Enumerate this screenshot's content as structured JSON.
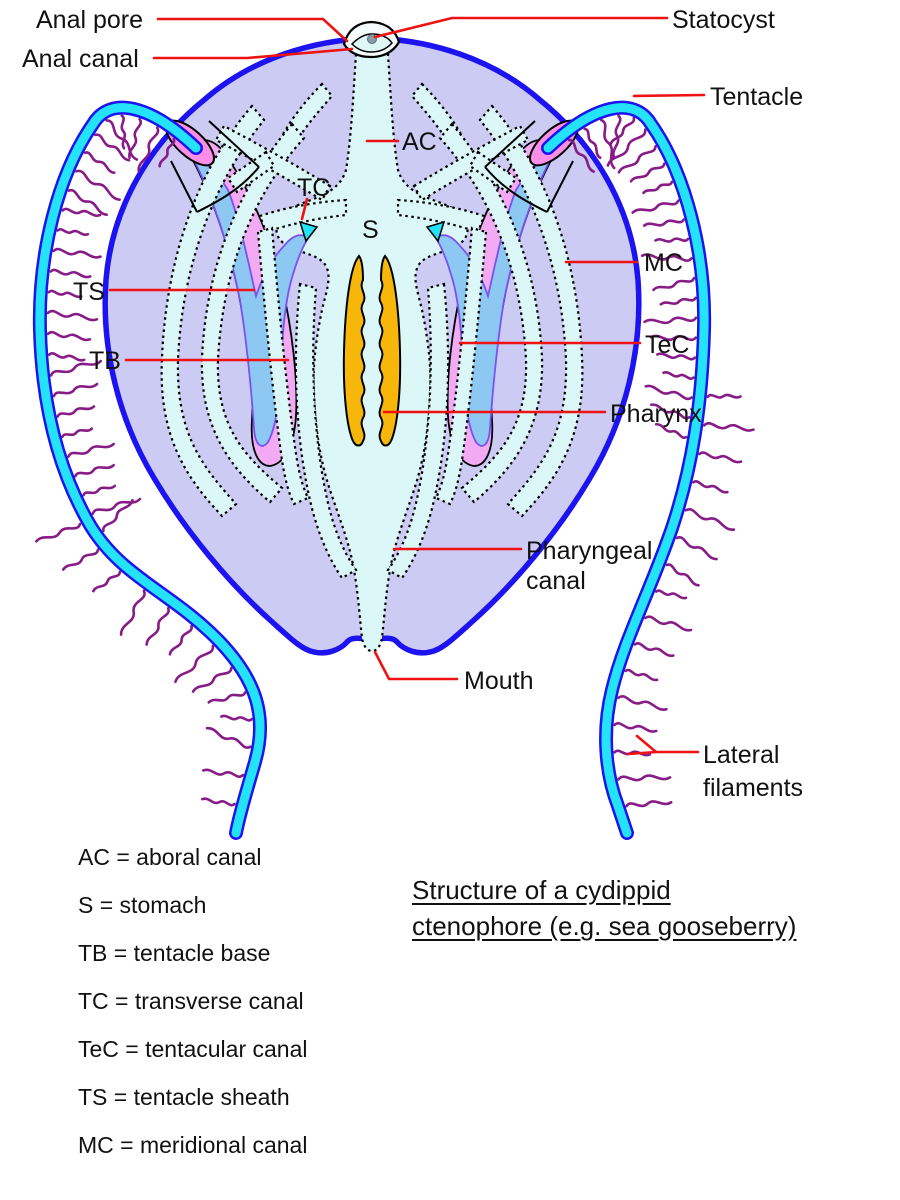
{
  "diagram_labels": {
    "anal_pore": "Anal pore",
    "anal_canal": "Anal canal",
    "statocyst": "Statocyst",
    "tentacle": "Tentacle",
    "ac": "AC",
    "tc": "TC",
    "s": "S",
    "mc": "MC",
    "ts": "TS",
    "tb": "TB",
    "tec": "TeC",
    "pharynx": "Pharynx",
    "pharyngeal_canal_1": "Pharyngeal",
    "pharyngeal_canal_2": "canal",
    "mouth": "Mouth",
    "lateral_filaments_1": "Lateral",
    "lateral_filaments_2": "filaments"
  },
  "legend": {
    "items": [
      {
        "abbr": "AC",
        "meaning": "aboral canal",
        "text": "AC = aboral canal"
      },
      {
        "abbr": "S",
        "meaning": "stomach",
        "text": "S = stomach"
      },
      {
        "abbr": "TB",
        "meaning": "tentacle base",
        "text": "TB = tentacle base"
      },
      {
        "abbr": "TC",
        "meaning": "transverse canal",
        "text": "TC = transverse canal"
      },
      {
        "abbr": "TeC",
        "meaning": "tentacular canal",
        "text": "TeC = tentacular canal"
      },
      {
        "abbr": "TS",
        "meaning": "tentacle sheath",
        "text": "TS = tentacle sheath"
      },
      {
        "abbr": "MC",
        "meaning": "meridional canal",
        "text": "MC = meridional canal"
      }
    ]
  },
  "title": {
    "line1": "Structure of a cydippid",
    "line2": "ctenophore (e.g. sea gooseberry)"
  },
  "colors": {
    "body_lavender": "#cbcbf3",
    "outline_blue": "#1c13f0",
    "canal_cyan": "#dcf7f7",
    "sheath_pink": "#f2aaf2",
    "funnel_rim_pink": "#fb8fe8",
    "tentacle_base_blue": "#8cc8f2",
    "tentacle_base_stroke": "#7b52f0",
    "pharynx_gold": "#f7b70a",
    "tentacle_cyan": "#24e3f8",
    "filament_purple": "#871c87",
    "leader_red": "#ee1212",
    "statocyst_dot_gray": "#8a9aa8",
    "text_black": "#111111"
  }
}
